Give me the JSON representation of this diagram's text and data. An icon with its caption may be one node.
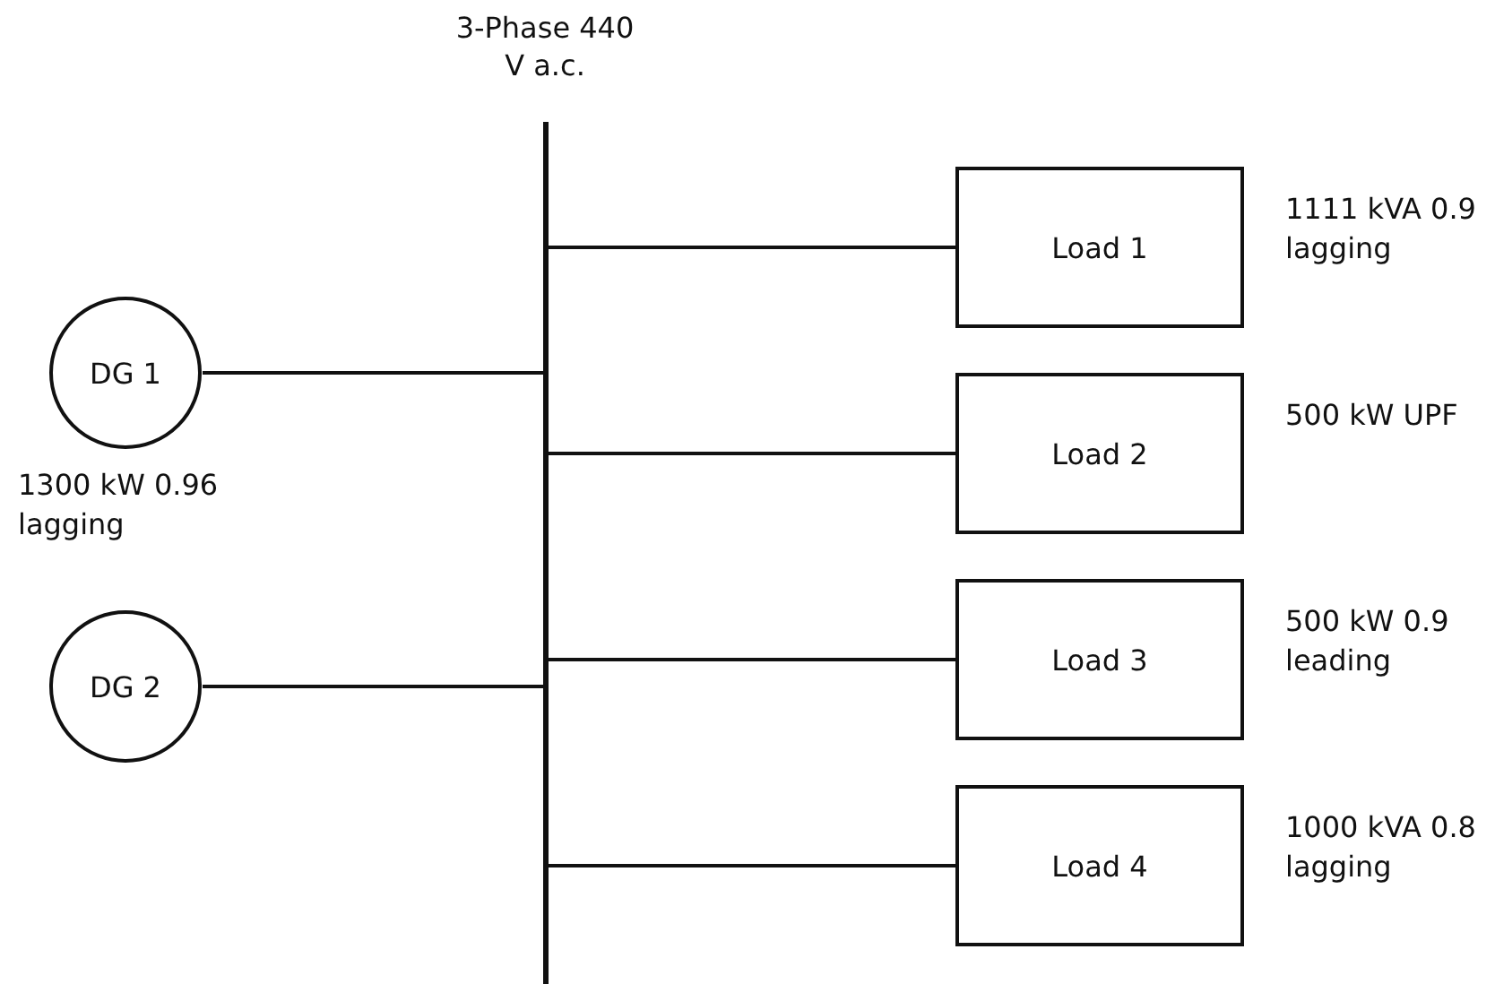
{
  "diagram": {
    "nodes": [
      {
        "text": [
          "3-Phase 440 V a.c."
        ]
      },
      {
        "text": [
          "DG 1"
        ],
        "beside": [
          "1300 kW 0.96 lagging"
        ]
      },
      {
        "text": [
          "DG 2"
        ]
      },
      {
        "text": [
          "Load 1"
        ],
        "beside": [
          "1111 kVA 0.9 lagging"
        ]
      },
      {
        "text": [
          "Load 2"
        ],
        "beside": [
          "500 kW UPF"
        ]
      },
      {
        "text": [
          "Load 3"
        ],
        "beside": [
          "500 kW 0.9 leading"
        ]
      },
      {
        "text": [
          "Load 4"
        ],
        "beside": [
          "1000 kVA 0.8 lagging"
        ]
      }
    ],
    "edges": [
      {
        "from": 1,
        "to": 0,
        "arrow": "none"
      },
      {
        "from": 2,
        "to": 0,
        "arrow": "none"
      },
      {
        "from": 0,
        "to": 3,
        "arrow": "none"
      },
      {
        "from": 0,
        "to": 4,
        "arrow": "none"
      },
      {
        "from": 0,
        "to": 5,
        "arrow": "none"
      },
      {
        "from": 0,
        "to": 6,
        "arrow": "none"
      }
    ]
  }
}
